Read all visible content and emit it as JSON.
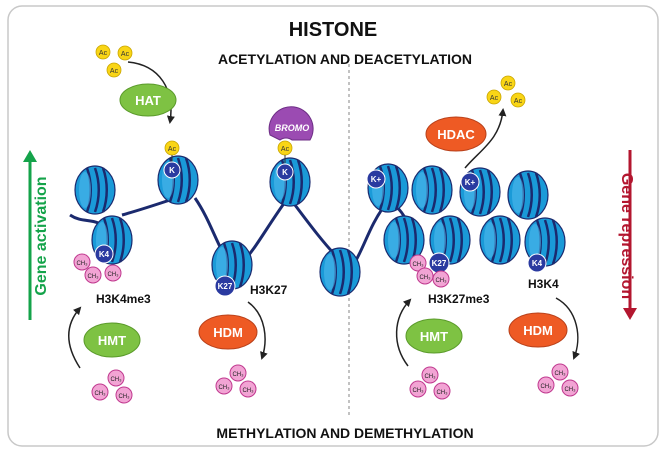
{
  "title": "HISTONE",
  "subtitle_top": "ACETYLATION AND DEACETYLATION",
  "subtitle_bottom": "METHYLATION AND DEMETHYLATION",
  "side_left": "Gene activation",
  "side_right": "Gene repression",
  "enzymes": {
    "hat": "HAT",
    "hdac": "HDAC",
    "hmt_left": "HMT",
    "hmt_right": "HMT",
    "hdm_left": "HDM",
    "hdm_right": "HDM",
    "bromo": "BROMO"
  },
  "labels": {
    "h3k4me3": "H3K4me3",
    "h3k27": "H3K27",
    "h3k27me3": "H3K27me3",
    "h3k4": "H3K4"
  },
  "marks": {
    "ac": "Ac",
    "k": "K",
    "k_plus": "K+",
    "k4": "K4",
    "k27": "K27",
    "ch3": "CH₃"
  },
  "colors": {
    "nucleosome": "#1a9ad8",
    "nucleosome_band": "#1b2a6e",
    "dna": "#1b2a6e",
    "acetyl": "#f9d516",
    "methyl": "#f2a4d4",
    "methyl_stroke": "#c0398f",
    "green_enzyme": "#7ec243",
    "orange_enzyme": "#ee5a24",
    "bromo": "#9b4bb2",
    "activation": "#14a34a",
    "repression": "#b3162f",
    "divider": "#999999"
  }
}
